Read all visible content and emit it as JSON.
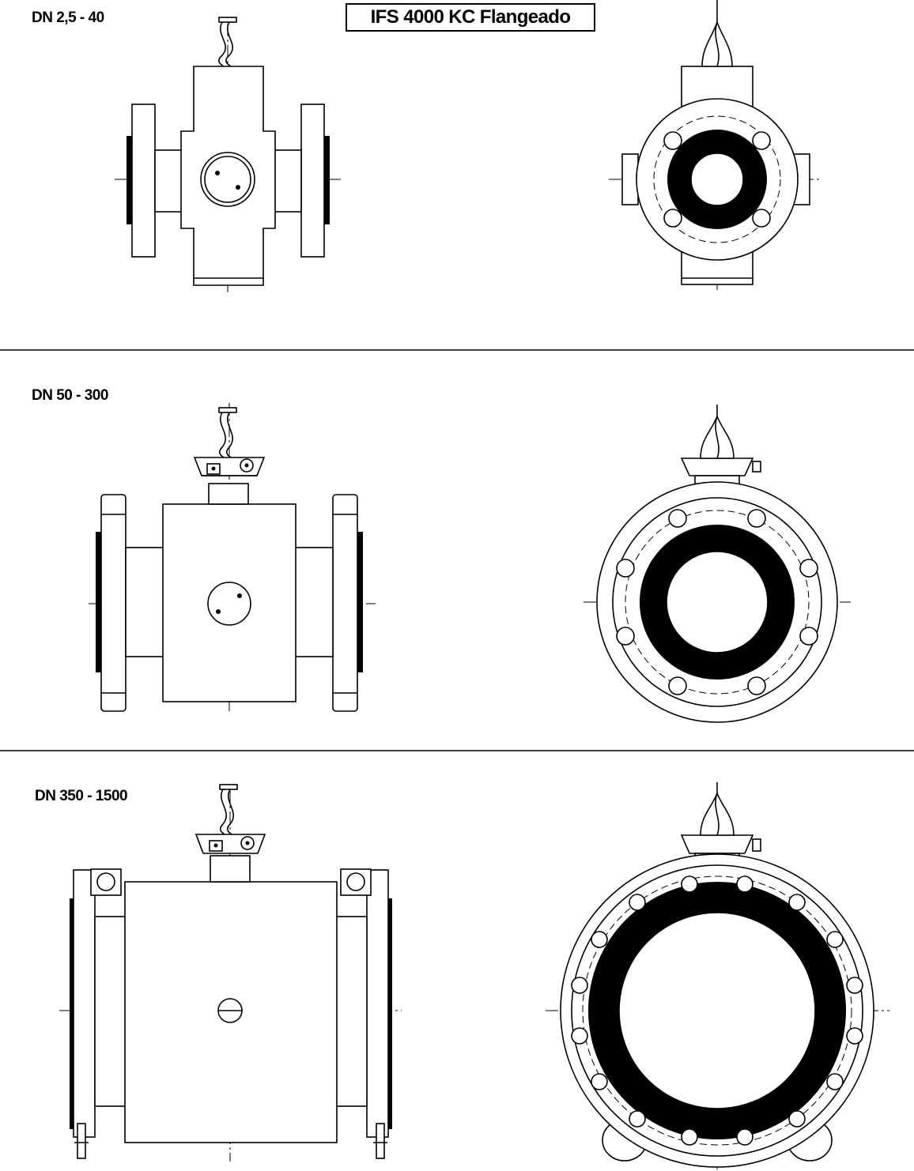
{
  "title": "IFS 4000 KC Flangeado",
  "sections": [
    {
      "label": "DN 2,5 - 40"
    },
    {
      "label": "DN 50 - 300"
    },
    {
      "label": "DN 350 - 1500"
    }
  ],
  "colors": {
    "ink": "#000000",
    "paper": "#ffffff"
  }
}
